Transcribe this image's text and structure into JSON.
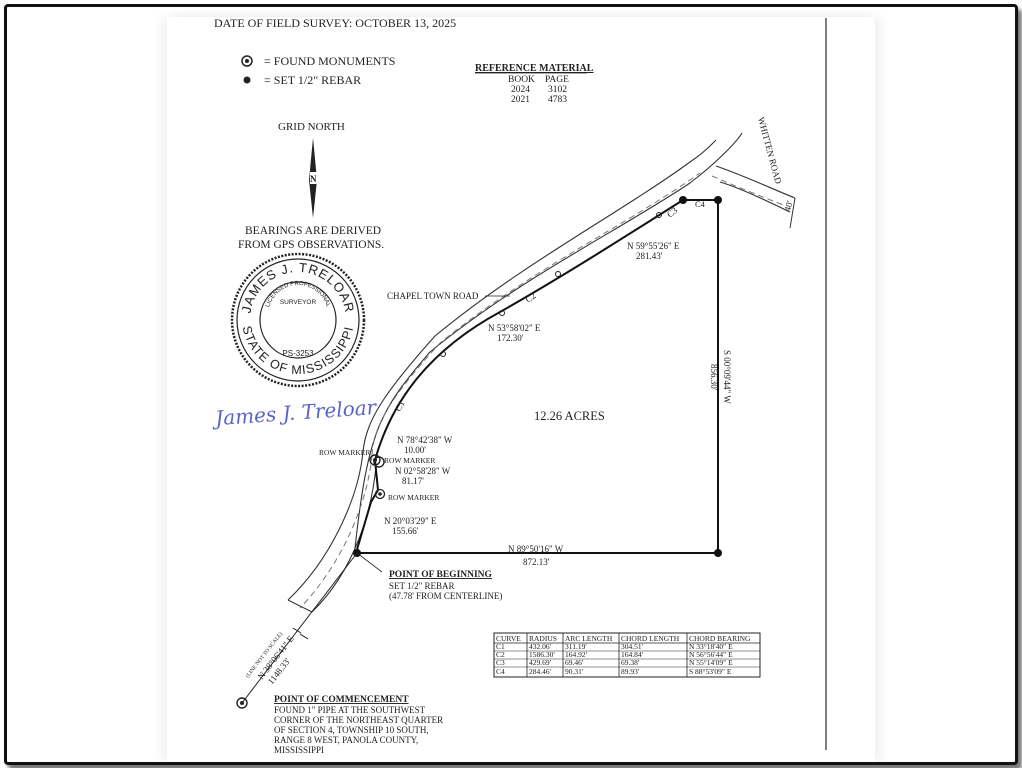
{
  "header": {
    "survey_date": "DATE OF FIELD SURVEY: OCTOBER 13, 2025"
  },
  "legend": {
    "found_monuments": "= FOUND MONUMENTS",
    "set_rebar": "= SET 1/2\" REBAR"
  },
  "reference": {
    "title": "REFERENCE MATERIAL",
    "columns": [
      "BOOK",
      "PAGE"
    ],
    "rows": [
      [
        "2024",
        "3102"
      ],
      [
        "2021",
        "4783"
      ]
    ]
  },
  "north": {
    "label": "GRID NORTH",
    "arrow_letter": "N"
  },
  "bearings_note": {
    "line1": "BEARINGS ARE DERIVED",
    "line2": "FROM GPS OBSERVATIONS."
  },
  "seal": {
    "name": "JAMES J. TRELOAR",
    "state": "STATE OF MISSISSIPPI",
    "licensed": "LICENSED PROFESSIONAL",
    "title": "SURVEYOR",
    "number": "PS-3253"
  },
  "signature": "James J. Treloar",
  "roads": {
    "chapel": "CHAPEL TOWN ROAD",
    "whitten": "WHITTEN ROAD",
    "whitten_width": "40'"
  },
  "area": "12.26 ACRES",
  "calls": {
    "north_bearing": "N 59°55'26\" E",
    "north_dist": "281.43'",
    "mid_bearing": "N 53°58'02\" E",
    "mid_dist": "172.30'",
    "east_bearing": "S 00°09'44\" W",
    "east_dist": "856.30'",
    "south_bearing": "N 89°50'16\" W",
    "south_dist": "872.13'",
    "w1_bearing": "N 78°42'38\" W",
    "w1_dist": "10.00'",
    "w2_bearing": "N 02°58'28\" W",
    "w2_dist": "81.17'",
    "w3_bearing": "N 20°03'29\" E",
    "w3_dist": "155.66'",
    "tie_note": "(LINE NOT TO SCALE)",
    "tie_bearing": "N 38°06'41\" E",
    "tie_dist": "1148.33'"
  },
  "curve_labels": [
    "C1",
    "C2",
    "C3",
    "C4"
  ],
  "row_markers": [
    "ROW MARKER",
    "ROW MARKER",
    "ROW MARKER"
  ],
  "pob": {
    "title": "POINT OF BEGINNING",
    "line1": "SET 1/2\" REBAR",
    "line2": "(47.78' FROM CENTERLINE)"
  },
  "poc": {
    "title": "POINT OF COMMENCEMENT",
    "lines": [
      "FOUND 1\" PIPE AT THE SOUTHWEST",
      "CORNER OF THE NORTHEAST QUARTER",
      "OF SECTION 4, TOWNSHIP 10 SOUTH,",
      "RANGE 8 WEST, PANOLA COUNTY,",
      "MISSISSIPPI"
    ]
  },
  "curve_table": {
    "headers": [
      "CURVE",
      "RADIUS",
      "ARC LENGTH",
      "CHORD LENGTH",
      "CHORD BEARING"
    ],
    "rows": [
      [
        "C1",
        "432.06'",
        "311.19'",
        "304.51'",
        "N 33°18'40\" E"
      ],
      [
        "C2",
        "1586.30'",
        "164.92'",
        "164.84'",
        "N 56°56'44\" E"
      ],
      [
        "C3",
        "429.69'",
        "69.46'",
        "69.38'",
        "N 55°14'09\" E"
      ],
      [
        "C4",
        "284.46'",
        "90.31'",
        "89.93'",
        "S 88°53'09\" E"
      ]
    ]
  },
  "colors": {
    "ink": "#222222",
    "signature": "#5a63c8",
    "frame": "#111111"
  }
}
